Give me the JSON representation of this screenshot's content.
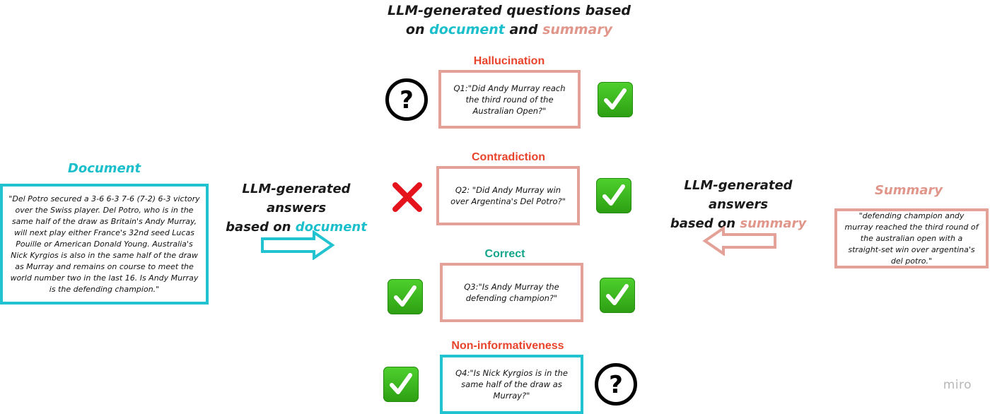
{
  "title": {
    "line1": "LLM-generated questions based",
    "line2_prefix": "on ",
    "line2_doc": "document",
    "line2_mid": " and ",
    "line2_sum": "summary"
  },
  "document": {
    "label": "Document",
    "text": "\"Del Potro secured a 3-6 6-3 7-6 (7-2) 6-3 victory over the Swiss player. Del Potro, who is in the same half of the draw as Britain's Andy Murray, will next play either France's 32nd seed Lucas Pouille or American Donald Young. Australia's Nick Kyrgios is also in the same half of the draw as Murray and remains on course to meet the world number two in the last 16. Is Andy Murray is the defending champion.\"",
    "answers_line1": "LLM-generated answers",
    "answers_line2_prefix": "based on ",
    "answers_line2_word": "document"
  },
  "summary": {
    "label": "Summary",
    "text": "\"defending champion andy murray reached the third round of the australian open with a straight-set win over argentina's del potro.\"",
    "answers_line1": "LLM-generated answers",
    "answers_line2_prefix": "based on ",
    "answers_line2_word": "summary"
  },
  "questions": [
    {
      "category": "Hallucination",
      "text": "Q1:\"Did Andy Murray reach the third round of the Australian Open?\"",
      "document_answer": "unknown",
      "summary_answer": "yes"
    },
    {
      "category": "Contradiction",
      "text": "Q2: \"Did Andy Murray win over Argentina's Del Potro?\"",
      "document_answer": "no",
      "summary_answer": "yes"
    },
    {
      "category": "Correct",
      "text": "Q3:\"Is Andy Murray the defending champion?\"",
      "document_answer": "yes",
      "summary_answer": "yes"
    },
    {
      "category": "Non-informativeness",
      "text": "Q4:\"Is Nick Kyrgios is in the same half of the draw as Murray?\"",
      "document_answer": "yes",
      "summary_answer": "unknown"
    }
  ],
  "icons": {
    "yes": "check-mark-icon",
    "no": "cross-mark-icon",
    "unknown": "question-mark-icon"
  },
  "colors": {
    "document": "#1bbfcc",
    "summary": "#e0968a",
    "error_heading": "#e8432b",
    "correct_heading": "#12a58a"
  },
  "watermark": "miro"
}
